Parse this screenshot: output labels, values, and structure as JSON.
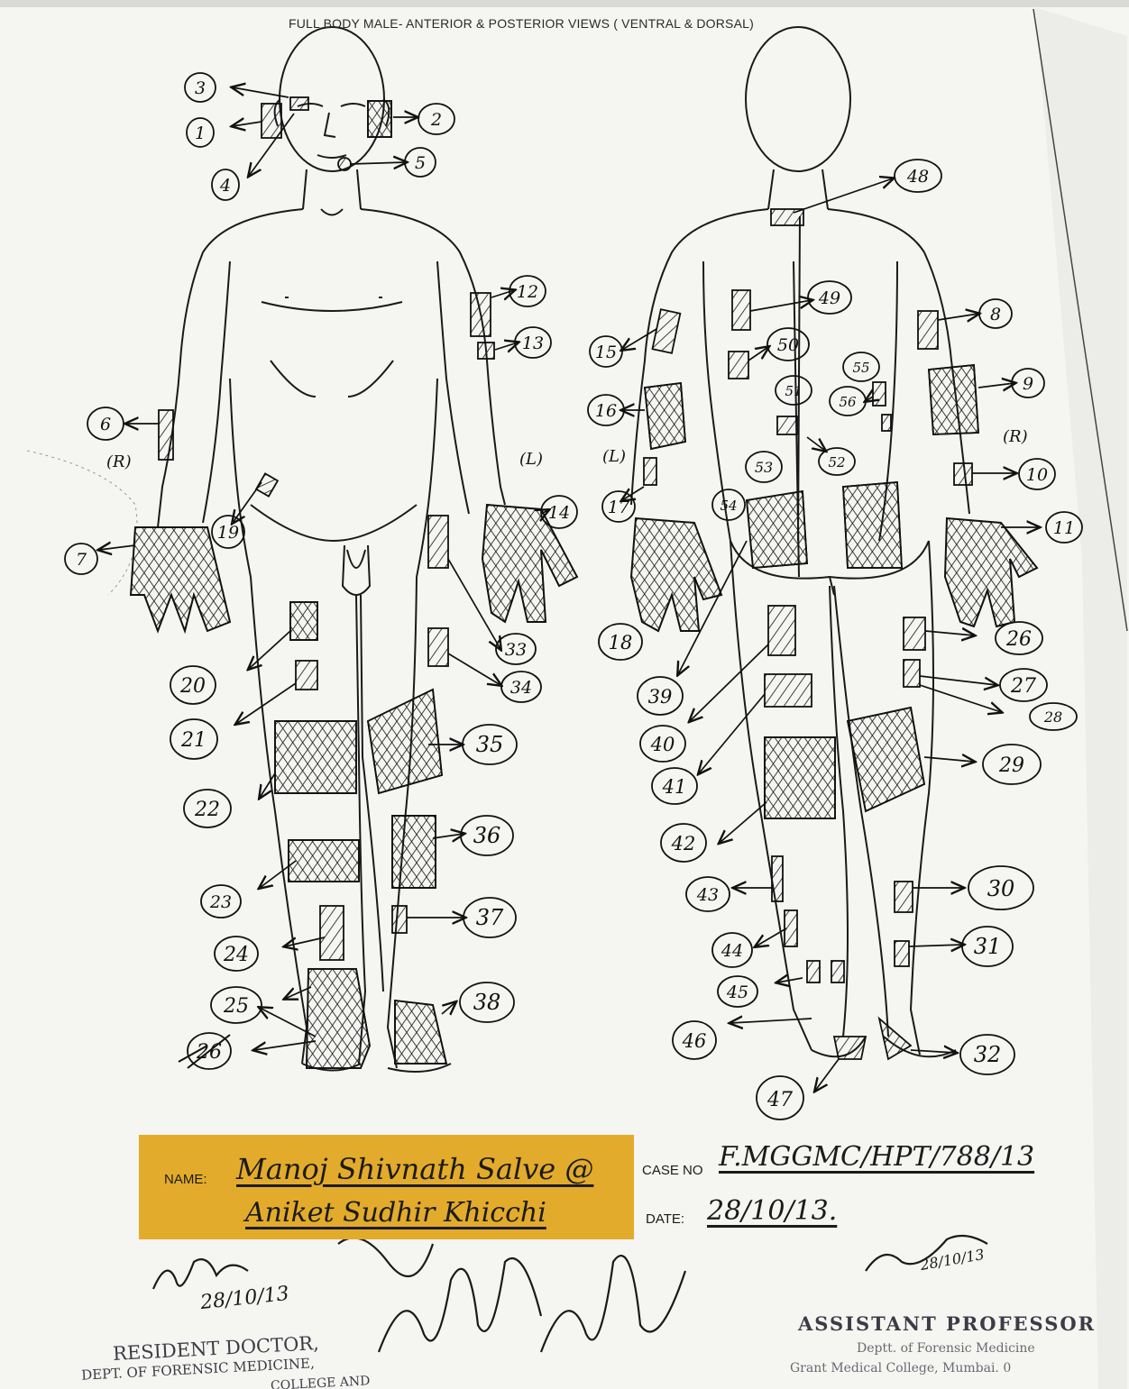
{
  "form": {
    "title": "FULL BODY MALE- ANTERIOR & POSTERIOR VIEWS ( VENTRAL & DORSAL)"
  },
  "labels": {
    "name_label": "NAME:",
    "case_label": "CASE NO",
    "date_label": "DATE:"
  },
  "handwritten": {
    "name_line1": "Manoj Shivnath Salve @",
    "name_line2": "Aniket Sudhir Khicchi",
    "case_no": "F.MGGMC/HPT/788/13",
    "date": "28/10/13.",
    "side_left_front": "(R)",
    "side_right_front": "(L)",
    "side_left_back": "(L)",
    "side_right_back": "(R)"
  },
  "footer": {
    "resident_title": "RESIDENT DOCTOR,",
    "resident_dept": "DEPT. OF FORENSIC MEDICINE,",
    "resident_college": "COLLEGE AND",
    "assistant_title": "ASSISTANT PROFESSOR",
    "assistant_dept": "Deptt. of Forensic Medicine",
    "assistant_college": "Grant Medical College, Mumbai. 0"
  },
  "signatures": {
    "resident_date": "28/10/13",
    "assistant_date": "28/10/13"
  },
  "injury_markers": [
    {
      "label": "1"
    },
    {
      "label": "2"
    },
    {
      "label": "3"
    },
    {
      "label": "4"
    },
    {
      "label": "5"
    },
    {
      "label": "6"
    },
    {
      "label": "7"
    },
    {
      "label": "8"
    },
    {
      "label": "9"
    },
    {
      "label": "10"
    },
    {
      "label": "11"
    },
    {
      "label": "12"
    },
    {
      "label": "13"
    },
    {
      "label": "14"
    },
    {
      "label": "15"
    },
    {
      "label": "16"
    },
    {
      "label": "17"
    },
    {
      "label": "18"
    },
    {
      "label": "19"
    },
    {
      "label": "20"
    },
    {
      "label": "21"
    },
    {
      "label": "22"
    },
    {
      "label": "23"
    },
    {
      "label": "24"
    },
    {
      "label": "25"
    },
    {
      "label": "26"
    },
    {
      "label": "27"
    },
    {
      "label": "28"
    },
    {
      "label": "29"
    },
    {
      "label": "30"
    },
    {
      "label": "31"
    },
    {
      "label": "32"
    },
    {
      "label": "33"
    },
    {
      "label": "34"
    },
    {
      "label": "35"
    },
    {
      "label": "36"
    },
    {
      "label": "37"
    },
    {
      "label": "38"
    },
    {
      "label": "39"
    },
    {
      "label": "40"
    },
    {
      "label": "41"
    },
    {
      "label": "42"
    },
    {
      "label": "43"
    },
    {
      "label": "44"
    },
    {
      "label": "45"
    },
    {
      "label": "46"
    },
    {
      "label": "47"
    },
    {
      "label": "48"
    },
    {
      "label": "49"
    },
    {
      "label": "50"
    },
    {
      "label": "51"
    },
    {
      "label": "52"
    },
    {
      "label": "53"
    },
    {
      "label": "54"
    },
    {
      "label": "55"
    },
    {
      "label": "56"
    },
    {
      "label": "26"
    }
  ]
}
